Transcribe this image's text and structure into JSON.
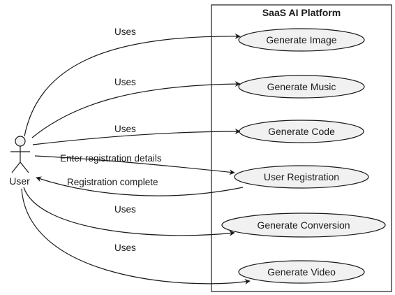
{
  "system_boundary": {
    "title": "SaaS AI Platform"
  },
  "actor": {
    "name": "User",
    "icon": "stick-figure-icon"
  },
  "use_cases": [
    {
      "id": "uc-image",
      "label": "Generate Image"
    },
    {
      "id": "uc-music",
      "label": "Generate Music"
    },
    {
      "id": "uc-code",
      "label": "Generate Code"
    },
    {
      "id": "uc-registration",
      "label": "User Registration"
    },
    {
      "id": "uc-conversion",
      "label": "Generate Conversion"
    },
    {
      "id": "uc-video",
      "label": "Generate Video"
    }
  ],
  "relations": [
    {
      "from": "User",
      "to": "Generate Image",
      "label": "Uses"
    },
    {
      "from": "User",
      "to": "Generate Music",
      "label": "Uses"
    },
    {
      "from": "User",
      "to": "Generate Code",
      "label": "Uses"
    },
    {
      "from": "User",
      "to": "User Registration",
      "label": "Enter registration details"
    },
    {
      "from": "User Registration",
      "to": "User",
      "label": "Registration complete"
    },
    {
      "from": "User",
      "to": "Generate Conversion",
      "label": "Uses"
    },
    {
      "from": "User",
      "to": "Generate Video",
      "label": "Uses"
    }
  ]
}
